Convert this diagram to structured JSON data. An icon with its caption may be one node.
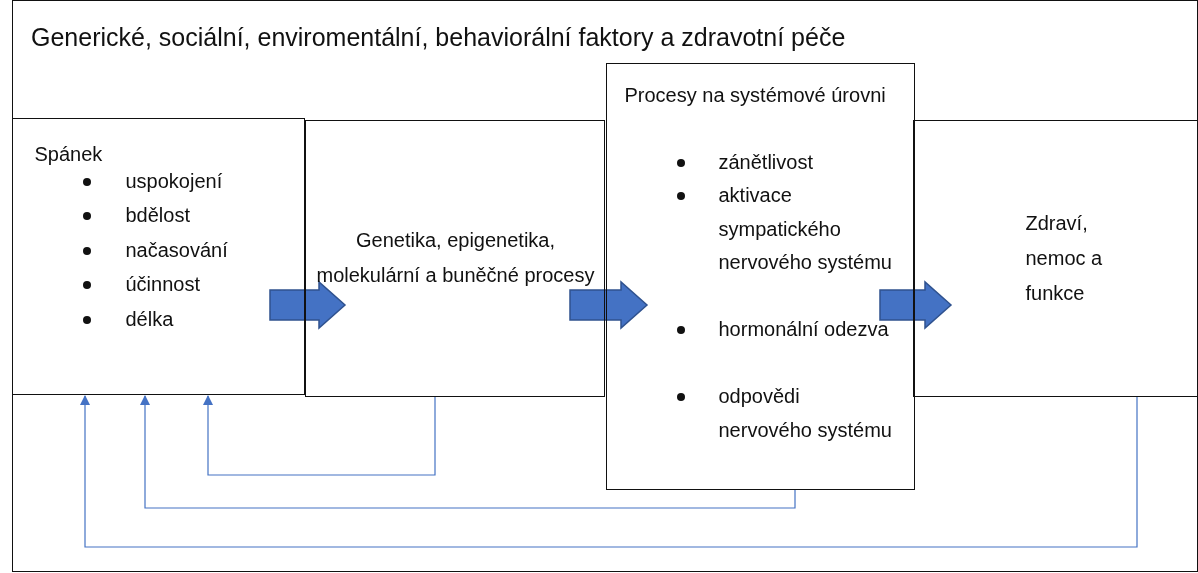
{
  "diagram": {
    "nodes": [
      {
        "text": [
          "Generické, sociální, enviromentální, behaviorální faktory a zdravotní péče"
        ]
      },
      {
        "text": [
          "Spánek",
          "uspokojení",
          "bdělost",
          "načasování",
          "účinnost",
          "délka"
        ],
        "in": 0
      },
      {
        "text": [
          "Genetika, epigenetika, molekulární a buněčné procesy"
        ],
        "in": 0
      },
      {
        "text": [
          "Procesy na systémové úrovni",
          "zánětlivost",
          "aktivace sympatického nervového systému",
          "hormonální odezva",
          "odpovědi nervového systému"
        ],
        "in": 0
      },
      {
        "text": [
          "Zdraví, nemoc a funkce"
        ],
        "in": 0
      }
    ],
    "edges": [
      {
        "from": 1,
        "to": 2,
        "arrow": "to",
        "style": "thick"
      },
      {
        "from": 2,
        "to": 3,
        "arrow": "to",
        "style": "thick"
      },
      {
        "from": 3,
        "to": 4,
        "arrow": "to",
        "style": "thick"
      },
      {
        "from": 2,
        "to": 1,
        "arrow": "to"
      },
      {
        "from": 3,
        "to": 1,
        "arrow": "to"
      },
      {
        "from": 4,
        "to": 1,
        "arrow": "to"
      }
    ]
  }
}
